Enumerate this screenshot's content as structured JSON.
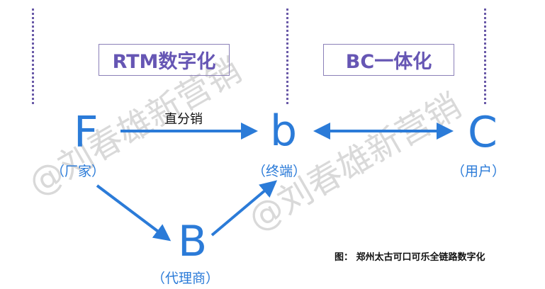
{
  "boxes": {
    "rtm": "RTM数字化",
    "bc": "BC一体化"
  },
  "nodes": {
    "F": {
      "letter": "F",
      "label": "（厂家）"
    },
    "b": {
      "letter": "b",
      "label": "（终端）"
    },
    "C": {
      "letter": "C",
      "label": "（用户）"
    },
    "B": {
      "letter": "B",
      "label": "（代理商）"
    }
  },
  "edge_label": "直分销",
  "caption": "图：  郑州太古可口可乐全链路数字化",
  "watermark": "@刘春雄新营销",
  "colors": {
    "accent": "#2b7bd8",
    "box_text": "#6656b4",
    "divider": "#6a5aa8"
  }
}
